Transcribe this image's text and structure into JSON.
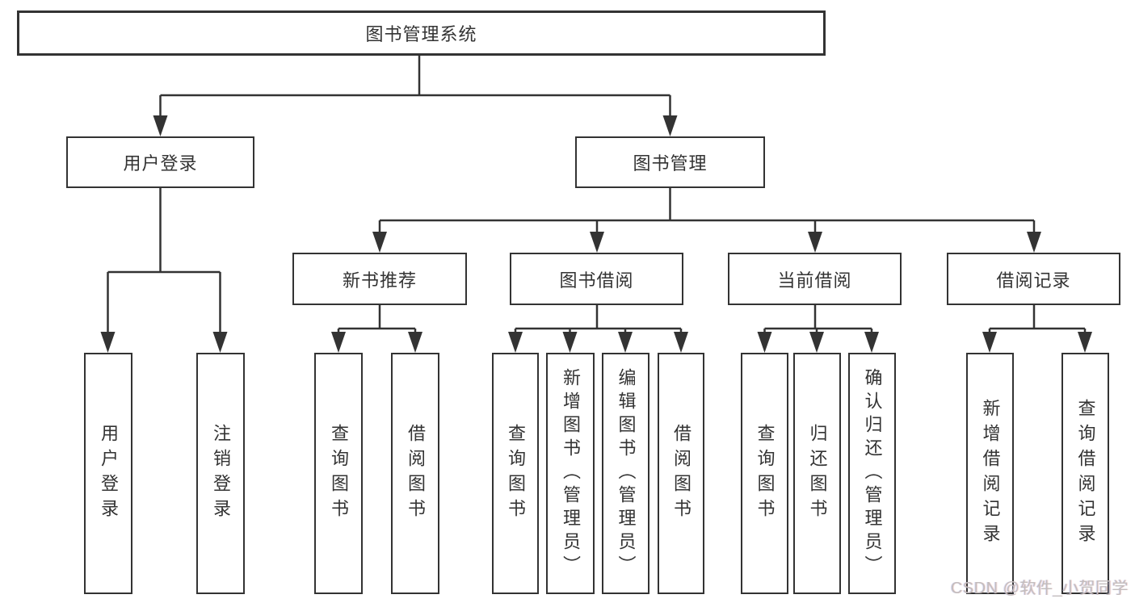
{
  "diagram": {
    "title": "图书管理系统",
    "branches": [
      {
        "label": "用户登录",
        "children": [
          {
            "label": "用户登录"
          },
          {
            "label": "注销登录"
          }
        ]
      },
      {
        "label": "图书管理",
        "children": [
          {
            "label": "新书推荐",
            "children": [
              {
                "label": "查询图书"
              },
              {
                "label": "借阅图书"
              }
            ]
          },
          {
            "label": "图书借阅",
            "children": [
              {
                "label": "查询图书"
              },
              {
                "label": "新增图书（管理员）"
              },
              {
                "label": "编辑图书（管理员）"
              },
              {
                "label": "借阅图书"
              }
            ]
          },
          {
            "label": "当前借阅",
            "children": [
              {
                "label": "查询图书"
              },
              {
                "label": "归还图书"
              },
              {
                "label": "确认归还（管理员）"
              }
            ]
          },
          {
            "label": "借阅记录",
            "children": [
              {
                "label": "新增借阅记录"
              },
              {
                "label": "查询借阅记录"
              }
            ]
          }
        ]
      }
    ]
  },
  "watermark": {
    "text": "CSDN @软件_小贺同学"
  },
  "colors": {
    "line": "#333333",
    "text": "#333333",
    "background": "#ffffff",
    "watermark": "#c3bdbd"
  }
}
